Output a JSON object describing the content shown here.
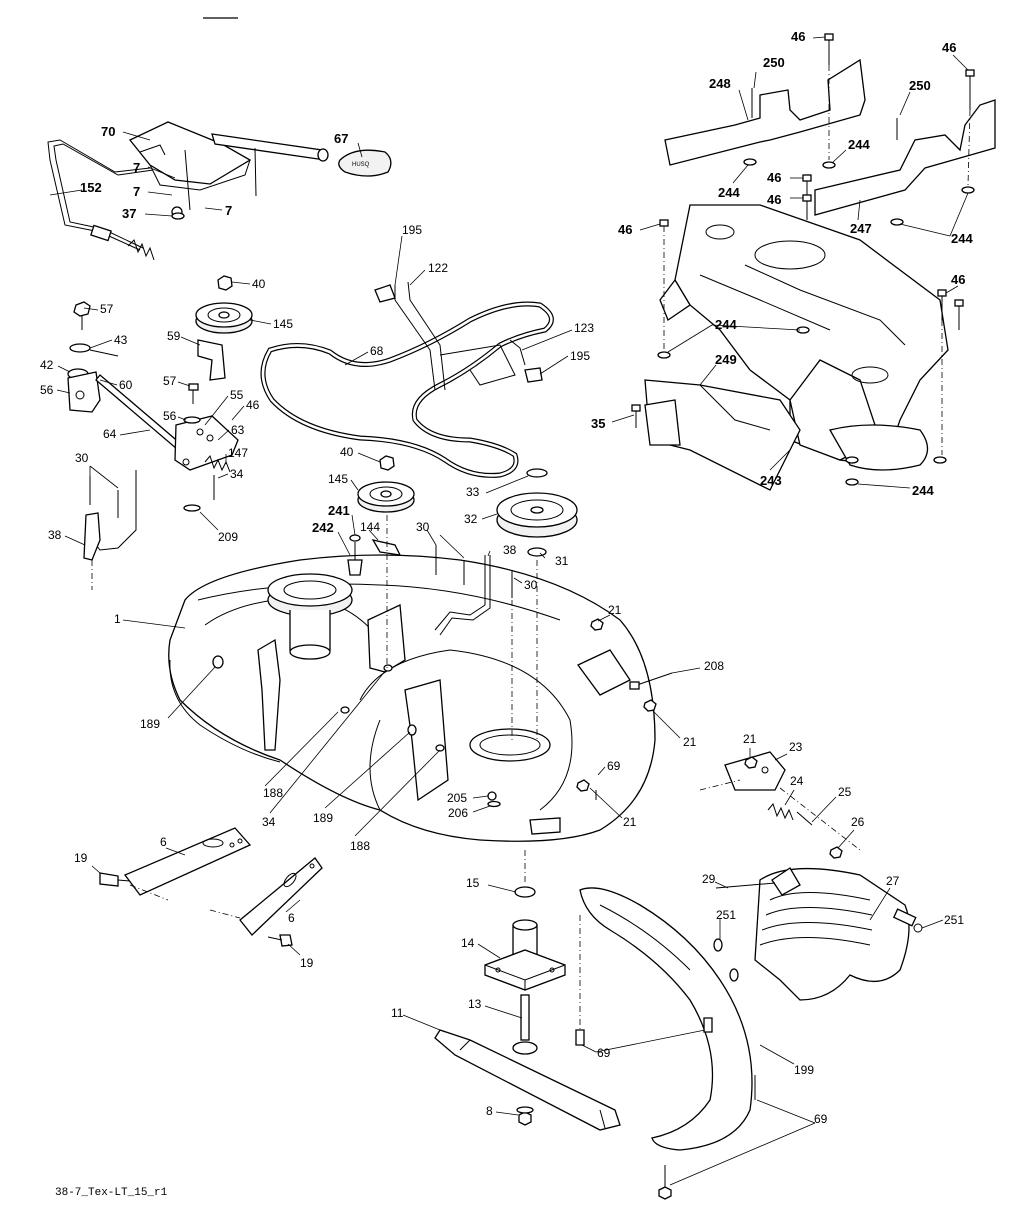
{
  "drawing_code": "38-7_Tex-LT_15_r1",
  "callouts": [
    {
      "id": "c70",
      "text": "70"
    },
    {
      "id": "c67",
      "text": "67"
    },
    {
      "id": "c7a",
      "text": "7"
    },
    {
      "id": "c7b",
      "text": "7"
    },
    {
      "id": "c7c",
      "text": "7"
    },
    {
      "id": "c152",
      "text": "152"
    },
    {
      "id": "c37",
      "text": "37"
    },
    {
      "id": "c195a",
      "text": "195"
    },
    {
      "id": "c122",
      "text": "122"
    },
    {
      "id": "c123",
      "text": "123"
    },
    {
      "id": "c195b",
      "text": "195"
    },
    {
      "id": "c68",
      "text": "68"
    },
    {
      "id": "c40a",
      "text": "40"
    },
    {
      "id": "c145a",
      "text": "145"
    },
    {
      "id": "c59",
      "text": "59"
    },
    {
      "id": "c57a",
      "text": "57"
    },
    {
      "id": "c43",
      "text": "43"
    },
    {
      "id": "c42",
      "text": "42"
    },
    {
      "id": "c60",
      "text": "60"
    },
    {
      "id": "c56a",
      "text": "56"
    },
    {
      "id": "c57b",
      "text": "57"
    },
    {
      "id": "c55",
      "text": "55"
    },
    {
      "id": "c56b",
      "text": "56"
    },
    {
      "id": "c46a",
      "text": "46"
    },
    {
      "id": "c64",
      "text": "64"
    },
    {
      "id": "c63",
      "text": "63"
    },
    {
      "id": "c147",
      "text": "147"
    },
    {
      "id": "c34a",
      "text": "34"
    },
    {
      "id": "c30a",
      "text": "30"
    },
    {
      "id": "c209",
      "text": "209"
    },
    {
      "id": "c38a",
      "text": "38"
    },
    {
      "id": "c40b",
      "text": "40"
    },
    {
      "id": "c145b",
      "text": "145"
    },
    {
      "id": "c33",
      "text": "33"
    },
    {
      "id": "c32",
      "text": "32"
    },
    {
      "id": "c241",
      "text": "241"
    },
    {
      "id": "c242",
      "text": "242"
    },
    {
      "id": "c144",
      "text": "144"
    },
    {
      "id": "c30b",
      "text": "30"
    },
    {
      "id": "c38b",
      "text": "38"
    },
    {
      "id": "c31",
      "text": "31"
    },
    {
      "id": "c30c",
      "text": "30"
    },
    {
      "id": "c1",
      "text": "1"
    },
    {
      "id": "c21a",
      "text": "21"
    },
    {
      "id": "c208",
      "text": "208"
    },
    {
      "id": "c21b",
      "text": "21"
    },
    {
      "id": "c69a",
      "text": "69"
    },
    {
      "id": "c21c",
      "text": "21"
    },
    {
      "id": "c189a",
      "text": "189"
    },
    {
      "id": "c188a",
      "text": "188"
    },
    {
      "id": "c34b",
      "text": "34"
    },
    {
      "id": "c189b",
      "text": "189"
    },
    {
      "id": "c205",
      "text": "205"
    },
    {
      "id": "c206",
      "text": "206"
    },
    {
      "id": "c188b",
      "text": "188"
    },
    {
      "id": "c21d",
      "text": "21"
    },
    {
      "id": "c23",
      "text": "23"
    },
    {
      "id": "c24",
      "text": "24"
    },
    {
      "id": "c25",
      "text": "25"
    },
    {
      "id": "c26",
      "text": "26"
    },
    {
      "id": "c6a",
      "text": "6"
    },
    {
      "id": "c19a",
      "text": "19"
    },
    {
      "id": "c6b",
      "text": "6"
    },
    {
      "id": "c19b",
      "text": "19"
    },
    {
      "id": "c15",
      "text": "15"
    },
    {
      "id": "c14",
      "text": "14"
    },
    {
      "id": "c13",
      "text": "13"
    },
    {
      "id": "c11",
      "text": "11"
    },
    {
      "id": "c8",
      "text": "8"
    },
    {
      "id": "c29",
      "text": "29"
    },
    {
      "id": "c27",
      "text": "27"
    },
    {
      "id": "c251a",
      "text": "251"
    },
    {
      "id": "c251b",
      "text": "251"
    },
    {
      "id": "c69b",
      "text": "69"
    },
    {
      "id": "c199",
      "text": "199"
    },
    {
      "id": "c69c",
      "text": "69"
    },
    {
      "id": "c46b",
      "text": "46"
    },
    {
      "id": "c250a",
      "text": "250"
    },
    {
      "id": "c248",
      "text": "248"
    },
    {
      "id": "c46c",
      "text": "46"
    },
    {
      "id": "c250b",
      "text": "250"
    },
    {
      "id": "c244a",
      "text": "244"
    },
    {
      "id": "c244b",
      "text": "244"
    },
    {
      "id": "c46d",
      "text": "46"
    },
    {
      "id": "c46e",
      "text": "46"
    },
    {
      "id": "c247",
      "text": "247"
    },
    {
      "id": "c244c",
      "text": "244"
    },
    {
      "id": "c46f",
      "text": "46"
    },
    {
      "id": "c46g",
      "text": "46"
    },
    {
      "id": "c244d",
      "text": "244"
    },
    {
      "id": "c249",
      "text": "249"
    },
    {
      "id": "c35",
      "text": "35"
    },
    {
      "id": "c243",
      "text": "243"
    },
    {
      "id": "c244e",
      "text": "244"
    }
  ]
}
